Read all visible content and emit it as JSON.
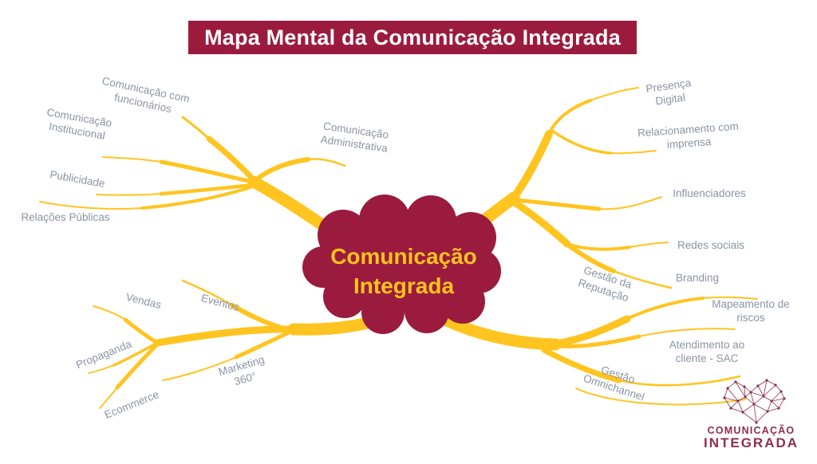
{
  "title": {
    "text": "Mapa Mental da Comunicação Integrada"
  },
  "center_node": {
    "line1": "Comunicação",
    "line2": "Integrada"
  },
  "colors": {
    "brand_maroon": "#9B1B3E",
    "branch_yellow": "#FFC41F",
    "label_gray": "#8A93A4",
    "logo_maroon": "#8D2E4F",
    "title_text": "#FFFFFF",
    "center_text": "#FFC41F"
  },
  "branches": {
    "top_left": [
      {
        "id": "funcionarios",
        "line1": "Comunicação com",
        "line2": "funcionários"
      },
      {
        "id": "institucional",
        "line1": "Comunicação",
        "line2": "Institucional"
      },
      {
        "id": "publicidade",
        "line1": "Publicidade",
        "line2": ""
      },
      {
        "id": "relacoes",
        "line1": "Relações Públicas",
        "line2": ""
      },
      {
        "id": "administrativa",
        "line1": "Comunicação",
        "line2": "Administrativa"
      }
    ],
    "top_right": [
      {
        "id": "presenca",
        "line1": "Presença",
        "line2": "Digital"
      },
      {
        "id": "imprensa",
        "line1": "Relacionamento com",
        "line2": "imprensa"
      },
      {
        "id": "influenciadores",
        "line1": "Influenciadores",
        "line2": ""
      },
      {
        "id": "redes",
        "line1": "Redes sociais",
        "line2": ""
      },
      {
        "id": "branding",
        "line1": "Branding",
        "line2": ""
      },
      {
        "id": "reputacao",
        "line1": "Gestão da",
        "line2": "Reputação"
      }
    ],
    "bottom_right": [
      {
        "id": "mapeamento",
        "line1": "Mapeamento de",
        "line2": "riscos"
      },
      {
        "id": "atendimento",
        "line1": "Atendimento ao",
        "line2": "cliente - SAC"
      },
      {
        "id": "omnichannel",
        "line1": "Gestão",
        "line2": "Omnichannel"
      }
    ],
    "bottom_left": [
      {
        "id": "vendas",
        "line1": "Vendas",
        "line2": ""
      },
      {
        "id": "eventos",
        "line1": "Eventos",
        "line2": ""
      },
      {
        "id": "propaganda",
        "line1": "Propaganda",
        "line2": ""
      },
      {
        "id": "marketing",
        "line1": "Marketing",
        "line2": "360°"
      },
      {
        "id": "ecommerce",
        "line1": "Ecommerce",
        "line2": ""
      }
    ]
  },
  "logo": {
    "line1": "COMUNICAÇÃO",
    "line2": "INTEGRADA",
    "icon": "polygonal-heart-icon"
  }
}
